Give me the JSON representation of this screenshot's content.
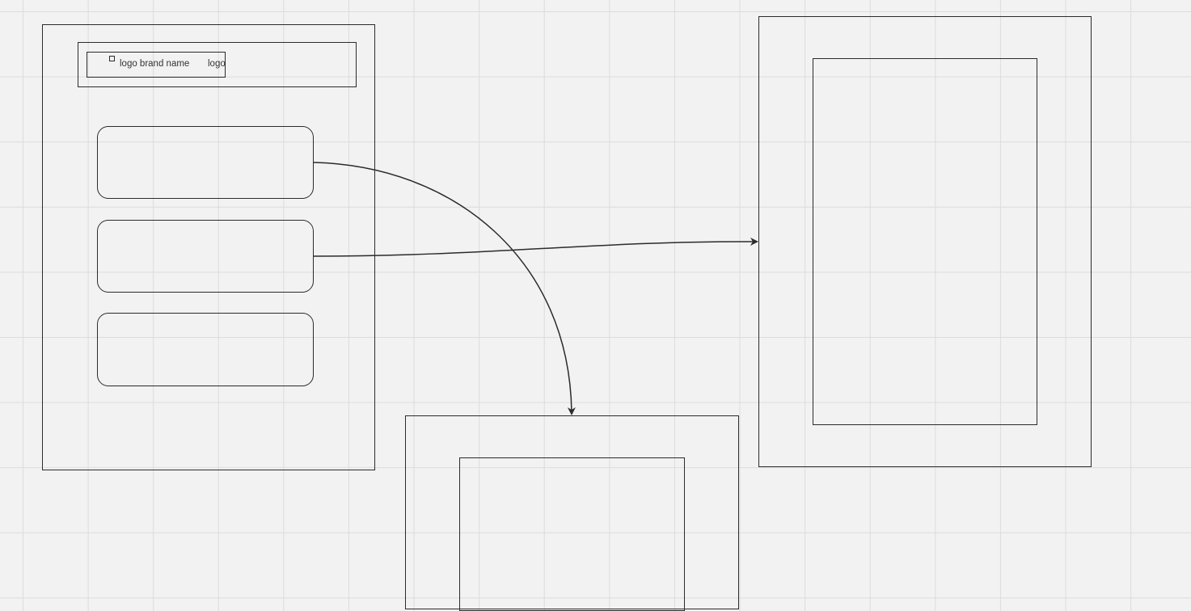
{
  "canvas": {
    "background": "#f2f2f2",
    "grid_color": "#dcdcdc",
    "stroke_color": "#2b2b2b"
  },
  "left_frame": {
    "header": {
      "brand_label": "logo brand name",
      "logo_label": "logo",
      "logo_icon": "square-logo-icon"
    },
    "cards": [
      "card-1",
      "card-2",
      "card-3"
    ]
  },
  "connectors": [
    {
      "from": "card-1",
      "to": "frame-bottom",
      "style": "curved-arrow"
    },
    {
      "from": "card-2",
      "to": "frame-right",
      "style": "curved-arrow"
    }
  ]
}
